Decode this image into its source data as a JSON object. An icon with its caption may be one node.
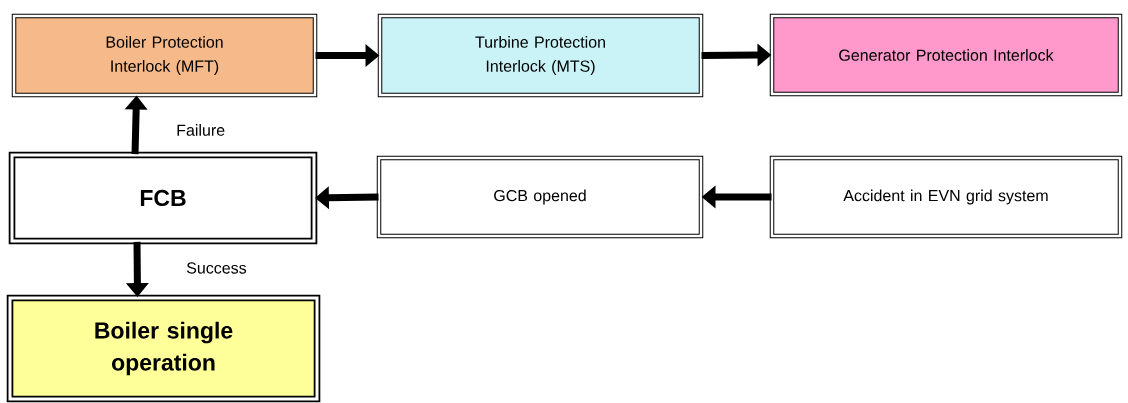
{
  "diagram": {
    "nodes": [
      {
        "text": [
          "Boiler Protection Interlock (MFT)"
        ]
      },
      {
        "text": [
          "Turbine Protection Interlock (MTS)"
        ]
      },
      {
        "text": [
          "Generator Protection Interlock"
        ]
      },
      {
        "text": [
          "FCB"
        ]
      },
      {
        "text": [
          "GCB opened"
        ]
      },
      {
        "text": [
          "Accident in EVN grid system"
        ]
      },
      {
        "text": [
          "Boiler single operation"
        ]
      }
    ],
    "edges": [
      {
        "from": 0,
        "to": 1,
        "arrow": "to"
      },
      {
        "from": 1,
        "to": 2,
        "arrow": "to"
      },
      {
        "from": 5,
        "to": 4,
        "arrow": "to"
      },
      {
        "from": 4,
        "to": 3,
        "arrow": "to"
      },
      {
        "from": 3,
        "to": 0,
        "arrow": "to",
        "label": "Failure"
      },
      {
        "from": 3,
        "to": 6,
        "arrow": "to",
        "label": "Success"
      }
    ]
  }
}
